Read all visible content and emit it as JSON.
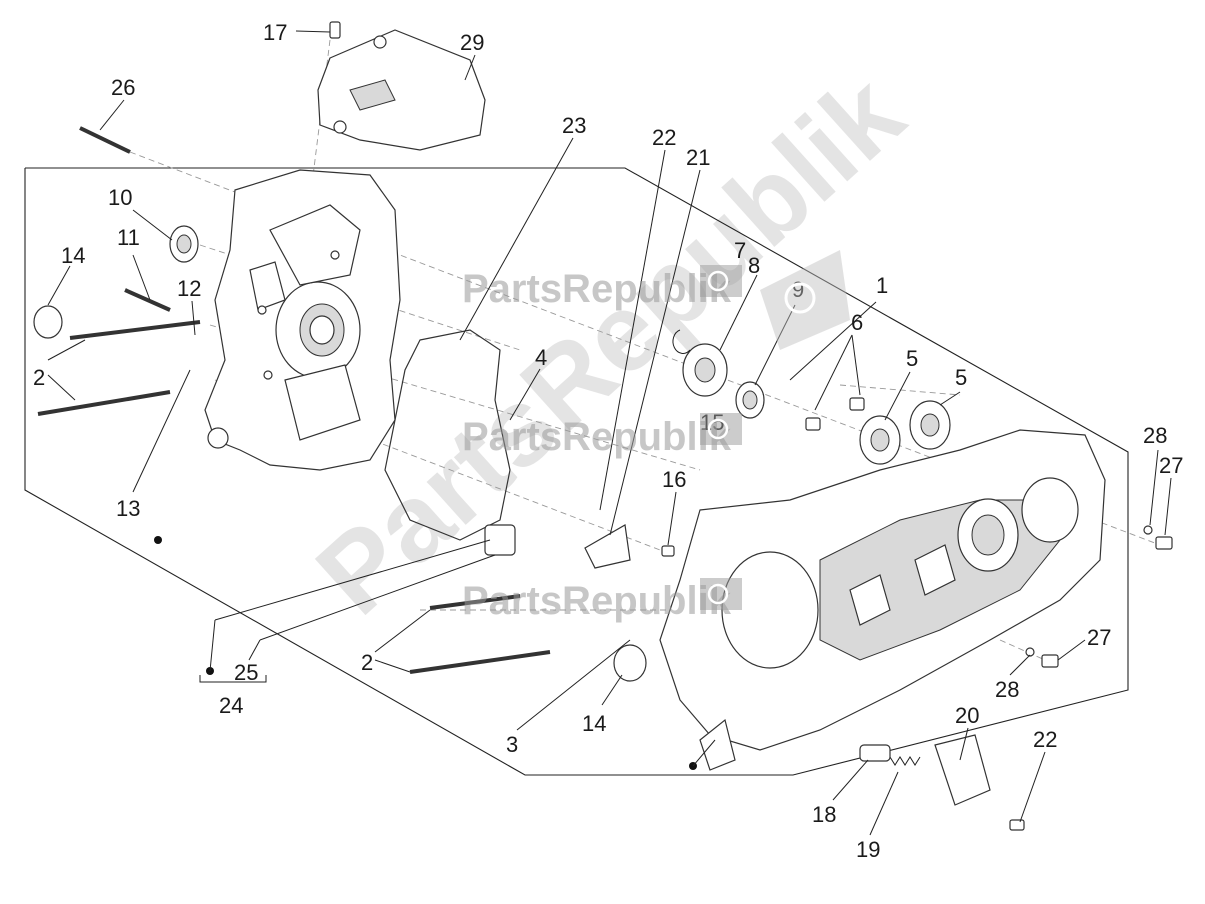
{
  "watermark": {
    "brand": "PartsRepublik",
    "diagonal": "PartsRepublik"
  },
  "callouts": [
    {
      "id": "c17",
      "label": "17"
    },
    {
      "id": "c29",
      "label": "29"
    },
    {
      "id": "c26",
      "label": "26"
    },
    {
      "id": "c23",
      "label": "23"
    },
    {
      "id": "c22a",
      "label": "22"
    },
    {
      "id": "c21",
      "label": "21"
    },
    {
      "id": "c10",
      "label": "10"
    },
    {
      "id": "c11",
      "label": "11"
    },
    {
      "id": "c14a",
      "label": "14"
    },
    {
      "id": "c12",
      "label": "12"
    },
    {
      "id": "c7",
      "label": "7"
    },
    {
      "id": "c8",
      "label": "8"
    },
    {
      "id": "c9",
      "label": "9"
    },
    {
      "id": "c1",
      "label": "1"
    },
    {
      "id": "c6",
      "label": "6"
    },
    {
      "id": "c2a",
      "label": "2"
    },
    {
      "id": "c4",
      "label": "4"
    },
    {
      "id": "c5a",
      "label": "5"
    },
    {
      "id": "c5b",
      "label": "5"
    },
    {
      "id": "c15",
      "label": "15"
    },
    {
      "id": "c13",
      "label": "13"
    },
    {
      "id": "c16",
      "label": "16"
    },
    {
      "id": "c28a",
      "label": "28"
    },
    {
      "id": "c27a",
      "label": "27"
    },
    {
      "id": "c25",
      "label": "25"
    },
    {
      "id": "c2b",
      "label": "2"
    },
    {
      "id": "c24",
      "label": "24"
    },
    {
      "id": "c14b",
      "label": "14"
    },
    {
      "id": "c3",
      "label": "3"
    },
    {
      "id": "c27b",
      "label": "27"
    },
    {
      "id": "c28b",
      "label": "28"
    },
    {
      "id": "c20",
      "label": "20"
    },
    {
      "id": "c22b",
      "label": "22"
    },
    {
      "id": "c18",
      "label": "18"
    },
    {
      "id": "c19",
      "label": "19"
    }
  ],
  "icons": [
    "gear-icon",
    "flag-icon"
  ]
}
